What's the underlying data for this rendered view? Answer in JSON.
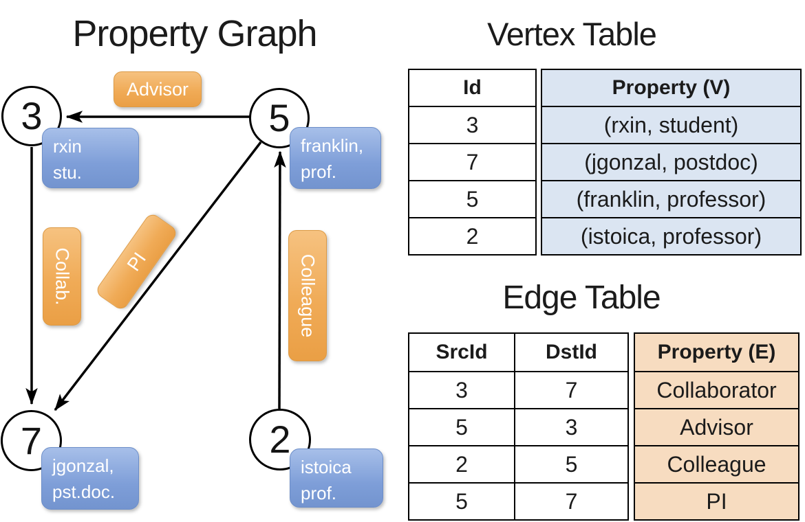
{
  "diagram": {
    "title": "Property Graph",
    "nodes": [
      {
        "id": "3",
        "label_lines": [
          "rxin",
          "stu."
        ]
      },
      {
        "id": "5",
        "label_lines": [
          "franklin,",
          "prof."
        ]
      },
      {
        "id": "7",
        "label_lines": [
          "jgonzal,",
          "pst.doc."
        ]
      },
      {
        "id": "2",
        "label_lines": [
          "istoica",
          "prof."
        ]
      }
    ],
    "edges": [
      {
        "from": "5",
        "to": "3",
        "label": "Advisor"
      },
      {
        "from": "3",
        "to": "7",
        "label": "Collab."
      },
      {
        "from": "5",
        "to": "7",
        "label": "PI"
      },
      {
        "from": "2",
        "to": "5",
        "label": "Colleague"
      }
    ]
  },
  "vertex_table": {
    "title": "Vertex Table",
    "headers": {
      "id": "Id",
      "property": "Property (V)"
    },
    "rows": [
      {
        "id": "3",
        "property": "(rxin, student)"
      },
      {
        "id": "7",
        "property": "(jgonzal, postdoc)"
      },
      {
        "id": "5",
        "property": "(franklin, professor)"
      },
      {
        "id": "2",
        "property": "(istoica, professor)"
      }
    ]
  },
  "edge_table": {
    "title": "Edge Table",
    "headers": {
      "src": "SrcId",
      "dst": "DstId",
      "property": "Property (E)"
    },
    "rows": [
      {
        "src": "3",
        "dst": "7",
        "property": "Collaborator"
      },
      {
        "src": "5",
        "dst": "3",
        "property": "Advisor"
      },
      {
        "src": "2",
        "dst": "5",
        "property": "Colleague"
      },
      {
        "src": "5",
        "dst": "7",
        "property": "PI"
      }
    ]
  },
  "colors": {
    "edge_label_fill": "#f0ab57",
    "vertex_label_fill": "#7e9ed8",
    "vertex_table_cell": "#dbe5f2",
    "edge_table_cell": "#f7dcc0",
    "line": "#000000",
    "background": "#ffffff"
  }
}
